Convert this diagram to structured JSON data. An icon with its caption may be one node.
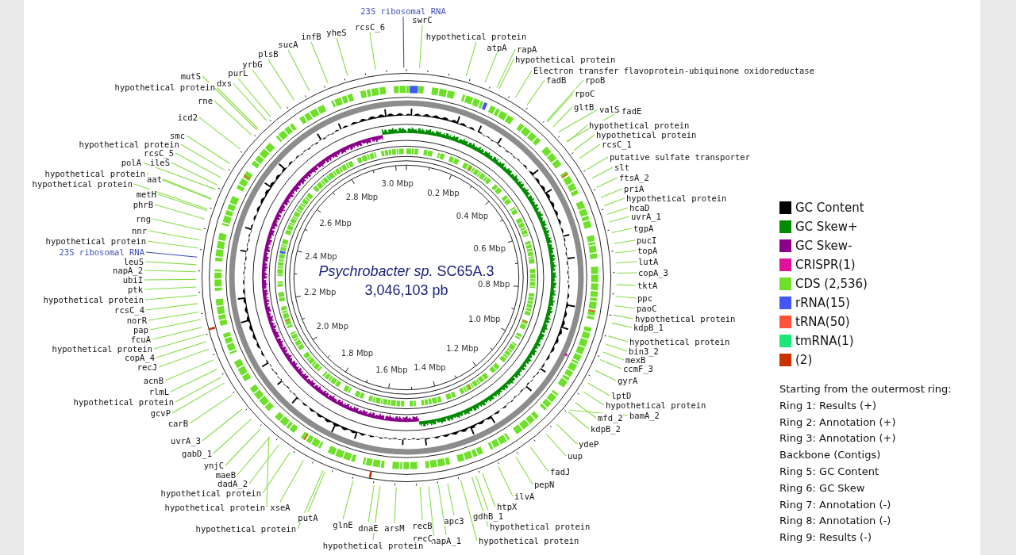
{
  "diagram": {
    "title": "*Psychrobacter sp.* SC65A.3",
    "nodes": [
      {
        "text": [
          "23S ribosomal RNA"
        ]
      },
      {
        "text": [
          "swrC"
        ]
      },
      {
        "text": [
          "hypothetical protein"
        ]
      },
      {
        "text": [
          "atpA"
        ]
      },
      {
        "text": [
          "rapA"
        ]
      },
      {
        "text": [
          "hypothetical protein"
        ]
      },
      {
        "text": [
          "Electron transfer flavoprotein-ubiquinone oxidoreductase"
        ]
      },
      {
        "text": [
          "fadB"
        ]
      },
      {
        "text": [
          "rpoB"
        ]
      },
      {
        "text": [
          "rpoC"
        ]
      },
      {
        "text": [
          "gltB"
        ]
      },
      {
        "text": [
          "valS"
        ]
      },
      {
        "text": [
          "fadE"
        ]
      },
      {
        "text": [
          "hypothetical protein"
        ]
      },
      {
        "text": [
          "hypothetical protein"
        ]
      },
      {
        "text": [
          "rcsC_1"
        ]
      },
      {
        "text": [
          "putative sulfate transporter"
        ]
      },
      {
        "text": [
          "slt"
        ]
      },
      {
        "text": [
          "ftsA_2"
        ]
      },
      {
        "text": [
          "priA"
        ]
      },
      {
        "text": [
          "hypothetical protein"
        ]
      },
      {
        "text": [
          "hcaD"
        ]
      },
      {
        "text": [
          "uvrA_1"
        ]
      },
      {
        "text": [
          "tgpA"
        ]
      },
      {
        "text": [
          "pucI"
        ]
      },
      {
        "text": [
          "topA"
        ]
      },
      {
        "text": [
          "lutA"
        ]
      },
      {
        "text": [
          "copA_3"
        ]
      },
      {
        "text": [
          "tktA"
        ]
      },
      {
        "text": [
          "ppc"
        ]
      },
      {
        "text": [
          "paoC"
        ]
      },
      {
        "text": [
          "hypothetical protein"
        ]
      },
      {
        "text": [
          "kdpB_1"
        ]
      },
      {
        "text": [
          "hypothetical protein"
        ]
      },
      {
        "text": [
          "bin3_2"
        ]
      },
      {
        "text": [
          "mexB"
        ]
      },
      {
        "text": [
          "ccmF_3"
        ]
      },
      {
        "text": [
          "gyrA"
        ]
      },
      {
        "text": [
          "lptD"
        ]
      },
      {
        "text": [
          "hypothetical protein"
        ]
      },
      {
        "text": [
          "bamA_2"
        ]
      },
      {
        "text": [
          "mfd_2"
        ]
      },
      {
        "text": [
          "kdpB_2"
        ]
      },
      {
        "text": [
          "ydeP"
        ]
      },
      {
        "text": [
          "uup"
        ]
      },
      {
        "text": [
          "fadJ"
        ]
      },
      {
        "text": [
          "pepN"
        ]
      },
      {
        "text": [
          "ilvA"
        ]
      },
      {
        "text": [
          "htpX"
        ]
      },
      {
        "text": [
          "gdhB_1"
        ]
      },
      {
        "text": [
          "hypothetical protein"
        ]
      },
      {
        "text": [
          "hypothetical protein"
        ]
      },
      {
        "text": [
          "apc3"
        ]
      },
      {
        "text": [
          "napA_1"
        ]
      },
      {
        "text": [
          "recB"
        ]
      },
      {
        "text": [
          "recC"
        ]
      },
      {
        "text": [
          "arsM"
        ]
      },
      {
        "text": [
          "dnaE"
        ]
      },
      {
        "text": [
          "hypothetical protein"
        ]
      },
      {
        "text": [
          "glnE"
        ]
      },
      {
        "text": [
          "putA"
        ]
      },
      {
        "text": [
          "hypothetical protein"
        ]
      },
      {
        "text": [
          "xseA"
        ]
      },
      {
        "text": [
          "hypothetical protein"
        ]
      },
      {
        "text": [
          "hypothetical protein"
        ]
      },
      {
        "text": [
          "dadA_2"
        ]
      },
      {
        "text": [
          "maeB"
        ]
      },
      {
        "text": [
          "ynjC"
        ]
      },
      {
        "text": [
          "gabD_1"
        ]
      },
      {
        "text": [
          "uvrA_3"
        ]
      },
      {
        "text": [
          "carB"
        ]
      },
      {
        "text": [
          "gcvP"
        ]
      },
      {
        "text": [
          "hypothetical protein"
        ]
      },
      {
        "text": [
          "rlmL"
        ]
      },
      {
        "text": [
          "acnB"
        ]
      },
      {
        "text": [
          "recJ"
        ]
      },
      {
        "text": [
          "copA_4"
        ]
      },
      {
        "text": [
          "hypothetical protein"
        ]
      },
      {
        "text": [
          "fcuA"
        ]
      },
      {
        "text": [
          "pap"
        ]
      },
      {
        "text": [
          "norR"
        ]
      },
      {
        "text": [
          "rcsC_4"
        ]
      },
      {
        "text": [
          "hypothetical protein"
        ]
      },
      {
        "text": [
          "ptk"
        ]
      },
      {
        "text": [
          "ubiI"
        ]
      },
      {
        "text": [
          "napA_2"
        ]
      },
      {
        "text": [
          "leuS"
        ]
      },
      {
        "text": [
          "23S ribosomal RNA"
        ]
      },
      {
        "text": [
          "hypothetical protein"
        ]
      },
      {
        "text": [
          "nnr"
        ]
      },
      {
        "text": [
          "rng"
        ]
      },
      {
        "text": [
          "phrB"
        ]
      },
      {
        "text": [
          "metH"
        ]
      },
      {
        "text": [
          "hypothetical protein"
        ]
      },
      {
        "text": [
          "aat"
        ]
      },
      {
        "text": [
          "hypothetical protein"
        ]
      },
      {
        "text": [
          "polA"
        ]
      },
      {
        "text": [
          "ileS"
        ]
      },
      {
        "text": [
          "rcsC_5"
        ]
      },
      {
        "text": [
          "hypothetical protein"
        ]
      },
      {
        "text": [
          "smc"
        ]
      },
      {
        "text": [
          "icd2"
        ]
      },
      {
        "text": [
          "rne"
        ]
      },
      {
        "text": [
          "hypothetical protein"
        ]
      },
      {
        "text": [
          "dxs"
        ]
      },
      {
        "text": [
          "mutS"
        ]
      },
      {
        "text": [
          "purL"
        ]
      },
      {
        "text": [
          "yrbG"
        ]
      },
      {
        "text": [
          "plsB"
        ]
      },
      {
        "text": [
          "sucA"
        ]
      },
      {
        "text": [
          "infB"
        ]
      },
      {
        "text": [
          "yheS"
        ]
      },
      {
        "text": [
          "rcsC_6"
        ]
      }
    ],
    "edges": [
      {
        "from": 0,
        "to": null,
        "arrow": "none",
        "color": "#3f51b5"
      },
      {
        "from": 1,
        "to": null,
        "arrow": "none"
      },
      {
        "from": 2,
        "to": null,
        "arrow": "none"
      },
      {
        "from": 3,
        "to": null,
        "arrow": "none"
      },
      {
        "from": 4,
        "to": null,
        "arrow": "none"
      },
      {
        "from": 5,
        "to": null,
        "arrow": "none"
      },
      {
        "from": 6,
        "to": null,
        "arrow": "none"
      },
      {
        "from": 7,
        "to": null,
        "arrow": "none"
      },
      {
        "from": 8,
        "to": null,
        "arrow": "none"
      },
      {
        "from": 9,
        "to": null,
        "arrow": "none"
      },
      {
        "from": 10,
        "to": null,
        "arrow": "none"
      },
      {
        "from": 11,
        "to": null,
        "arrow": "none"
      },
      {
        "from": 12,
        "to": null,
        "arrow": "none"
      },
      {
        "from": 13,
        "to": null,
        "arrow": "none"
      },
      {
        "from": 14,
        "to": null,
        "arrow": "none"
      },
      {
        "from": 15,
        "to": null,
        "arrow": "none"
      },
      {
        "from": 16,
        "to": null,
        "arrow": "none"
      },
      {
        "from": 17,
        "to": null,
        "arrow": "none"
      },
      {
        "from": 18,
        "to": null,
        "arrow": "none"
      },
      {
        "from": 19,
        "to": null,
        "arrow": "none"
      },
      {
        "from": 20,
        "to": null,
        "arrow": "none"
      },
      {
        "from": 21,
        "to": null,
        "arrow": "none"
      },
      {
        "from": 22,
        "to": null,
        "arrow": "none"
      },
      {
        "from": 23,
        "to": null,
        "arrow": "none"
      },
      {
        "from": 24,
        "to": null,
        "arrow": "none"
      },
      {
        "from": 25,
        "to": null,
        "arrow": "none"
      },
      {
        "from": 26,
        "to": null,
        "arrow": "none"
      },
      {
        "from": 27,
        "to": null,
        "arrow": "none"
      },
      {
        "from": 28,
        "to": null,
        "arrow": "none"
      },
      {
        "from": 29,
        "to": null,
        "arrow": "none"
      },
      {
        "from": 30,
        "to": null,
        "arrow": "none"
      },
      {
        "from": 31,
        "to": null,
        "arrow": "none"
      },
      {
        "from": 32,
        "to": null,
        "arrow": "none"
      },
      {
        "from": 33,
        "to": null,
        "arrow": "none"
      },
      {
        "from": 34,
        "to": null,
        "arrow": "none"
      },
      {
        "from": 35,
        "to": null,
        "arrow": "none"
      },
      {
        "from": 36,
        "to": null,
        "arrow": "none"
      },
      {
        "from": 37,
        "to": null,
        "arrow": "none"
      },
      {
        "from": 38,
        "to": null,
        "arrow": "none"
      },
      {
        "from": 39,
        "to": null,
        "arrow": "none"
      },
      {
        "from": 40,
        "to": null,
        "arrow": "none"
      },
      {
        "from": 41,
        "to": null,
        "arrow": "none"
      },
      {
        "from": 42,
        "to": null,
        "arrow": "none"
      },
      {
        "from": 43,
        "to": null,
        "arrow": "none"
      },
      {
        "from": 44,
        "to": null,
        "arrow": "none"
      },
      {
        "from": 45,
        "to": null,
        "arrow": "none"
      },
      {
        "from": 46,
        "to": null,
        "arrow": "none"
      },
      {
        "from": 47,
        "to": null,
        "arrow": "none"
      },
      {
        "from": 48,
        "to": null,
        "arrow": "none"
      },
      {
        "from": 49,
        "to": null,
        "arrow": "none"
      },
      {
        "from": 50,
        "to": null,
        "arrow": "none"
      },
      {
        "from": 51,
        "to": null,
        "arrow": "none"
      },
      {
        "from": 52,
        "to": null,
        "arrow": "none"
      },
      {
        "from": 53,
        "to": null,
        "arrow": "none"
      },
      {
        "from": 54,
        "to": null,
        "arrow": "none"
      },
      {
        "from": 55,
        "to": null,
        "arrow": "none"
      },
      {
        "from": 56,
        "to": null,
        "arrow": "none"
      },
      {
        "from": 57,
        "to": null,
        "arrow": "none"
      },
      {
        "from": 58,
        "to": null,
        "arrow": "none"
      },
      {
        "from": 59,
        "to": null,
        "arrow": "none"
      },
      {
        "from": 60,
        "to": null,
        "arrow": "none"
      },
      {
        "from": 61,
        "to": null,
        "arrow": "none"
      },
      {
        "from": 62,
        "to": null,
        "arrow": "none"
      },
      {
        "from": 63,
        "to": null,
        "arrow": "none"
      },
      {
        "from": 64,
        "to": null,
        "arrow": "none"
      },
      {
        "from": 65,
        "to": null,
        "arrow": "none"
      },
      {
        "from": 66,
        "to": null,
        "arrow": "none"
      },
      {
        "from": 67,
        "to": null,
        "arrow": "none"
      },
      {
        "from": 68,
        "to": null,
        "arrow": "none"
      },
      {
        "from": 69,
        "to": null,
        "arrow": "none"
      },
      {
        "from": 70,
        "to": null,
        "arrow": "none"
      },
      {
        "from": 71,
        "to": null,
        "arrow": "none"
      },
      {
        "from": 72,
        "to": null,
        "arrow": "none"
      },
      {
        "from": 73,
        "to": null,
        "arrow": "none"
      },
      {
        "from": 74,
        "to": null,
        "arrow": "none"
      },
      {
        "from": 75,
        "to": null,
        "arrow": "none"
      },
      {
        "from": 76,
        "to": null,
        "arrow": "none"
      },
      {
        "from": 77,
        "to": null,
        "arrow": "none"
      },
      {
        "from": 78,
        "to": null,
        "arrow": "none"
      },
      {
        "from": 79,
        "to": null,
        "arrow": "none"
      },
      {
        "from": 80,
        "to": null,
        "arrow": "none"
      },
      {
        "from": 81,
        "to": null,
        "arrow": "none"
      },
      {
        "from": 82,
        "to": null,
        "arrow": "none"
      },
      {
        "from": 83,
        "to": null,
        "arrow": "none"
      },
      {
        "from": 84,
        "to": null,
        "arrow": "none"
      },
      {
        "from": 85,
        "to": null,
        "arrow": "none"
      },
      {
        "from": 86,
        "to": null,
        "arrow": "none"
      },
      {
        "from": 87,
        "to": null,
        "arrow": "none",
        "color": "#3f51b5"
      },
      {
        "from": 88,
        "to": null,
        "arrow": "none"
      },
      {
        "from": 89,
        "to": null,
        "arrow": "none"
      },
      {
        "from": 90,
        "to": null,
        "arrow": "none"
      },
      {
        "from": 91,
        "to": null,
        "arrow": "none"
      },
      {
        "from": 92,
        "to": null,
        "arrow": "none"
      },
      {
        "from": 93,
        "to": null,
        "arrow": "none"
      },
      {
        "from": 94,
        "to": null,
        "arrow": "none"
      },
      {
        "from": 95,
        "to": null,
        "arrow": "none"
      },
      {
        "from": 96,
        "to": null,
        "arrow": "none"
      },
      {
        "from": 97,
        "to": null,
        "arrow": "none"
      },
      {
        "from": 98,
        "to": null,
        "arrow": "none"
      },
      {
        "from": 99,
        "to": null,
        "arrow": "none"
      },
      {
        "from": 100,
        "to": null,
        "arrow": "none"
      },
      {
        "from": 101,
        "to": null,
        "arrow": "none"
      },
      {
        "from": 102,
        "to": null,
        "arrow": "none"
      },
      {
        "from": 103,
        "to": null,
        "arrow": "none"
      },
      {
        "from": 104,
        "to": null,
        "arrow": "none"
      },
      {
        "from": 105,
        "to": null,
        "arrow": "none"
      },
      {
        "from": 106,
        "to": null,
        "arrow": "none"
      },
      {
        "from": 107,
        "to": null,
        "arrow": "none"
      },
      {
        "from": 108,
        "to": null,
        "arrow": "none"
      },
      {
        "from": 109,
        "to": null,
        "arrow": "none"
      },
      {
        "from": 110,
        "to": null,
        "arrow": "none"
      },
      {
        "from": 111,
        "to": null,
        "arrow": "none"
      },
      {
        "from": 112,
        "to": null,
        "arrow": "none"
      }
    ],
    "labels": [
      "3,046,103 pb",
      "0.2 Mbp",
      "0.4 Mbp",
      "0.6 Mbp",
      "0.8 Mbp",
      "1.0 Mbp",
      "1.2 Mbp",
      "1.4 Mbp",
      "1.6 Mbp",
      "1.8 Mbp",
      "2.0 Mbp",
      "2.2 Mbp",
      "2.4 Mbp",
      "2.6 Mbp",
      "2.8 Mbp",
      "3.0 Mbp",
      "Starting from the outermost ring:",
      "Ring 1: Results (+)",
      "Ring 2: Annotation (+)",
      "Ring 3: Annotation (+)",
      "Backbone (Contigs)",
      "Ring 5: GC Content",
      "Ring 6: GC Skew",
      "Ring 7: Annotation (-)",
      "Ring 8: Annotation (-)",
      "Ring 9: Results (-)"
    ],
    "legend": [
      {
        "text": "GC Content",
        "color": "#000000"
      },
      {
        "text": "GC Skew+",
        "color": "#008b00"
      },
      {
        "text": "GC Skew-",
        "color": "#8b008b"
      },
      {
        "text": "CRISPR(1)",
        "color": "#e0119d"
      },
      {
        "text": "CDS (2,536)",
        "color": "#6ee02a"
      },
      {
        "text": "rRNA(15)",
        "color": "#4257f5"
      },
      {
        "text": "tRNA(50)",
        "color": "#ff5236"
      },
      {
        "text": "tmRNA(1)",
        "color": "#1ce87a"
      },
      {
        "text": "(2)",
        "color": "#c83200"
      }
    ]
  }
}
